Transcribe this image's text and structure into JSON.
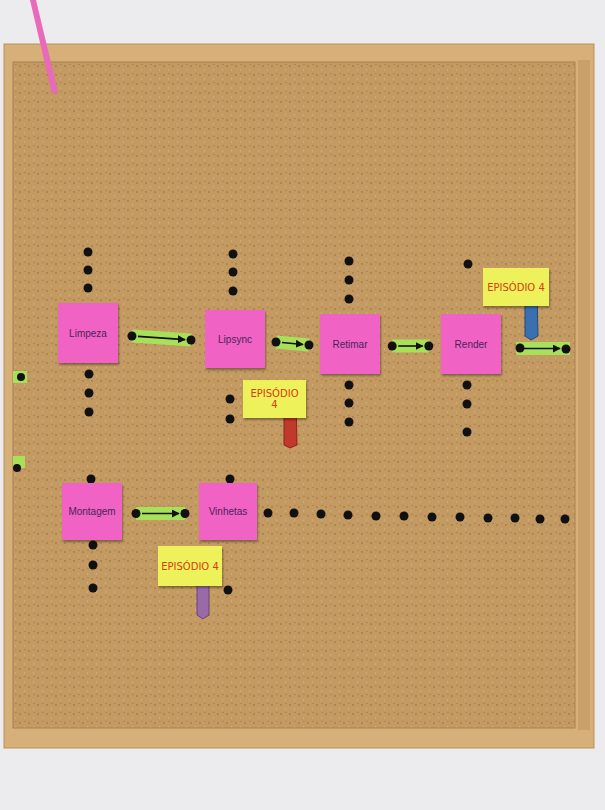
{
  "diagram": {
    "nodes": [
      {
        "text": [
          "EPISÓDIO 4"
        ]
      },
      {
        "text": [
          "Limpeza"
        ]
      },
      {
        "text": [
          "Lipsync"
        ]
      },
      {
        "text": [
          "Retimar"
        ]
      },
      {
        "text": [
          "Render"
        ]
      },
      {
        "text": [
          "EPISÓDIO 4"
        ]
      },
      {
        "text": [
          "Montagem"
        ]
      },
      {
        "text": [
          "Vinhetas"
        ]
      },
      {
        "text": [
          "EPISÓDIO 4"
        ]
      }
    ],
    "edges": [
      {
        "from": 1,
        "to": 2,
        "arrow": "to"
      },
      {
        "from": 2,
        "to": 3,
        "arrow": "to"
      },
      {
        "from": 3,
        "to": 4,
        "arrow": "to"
      },
      {
        "from": 6,
        "to": 7,
        "arrow": "to"
      }
    ]
  }
}
